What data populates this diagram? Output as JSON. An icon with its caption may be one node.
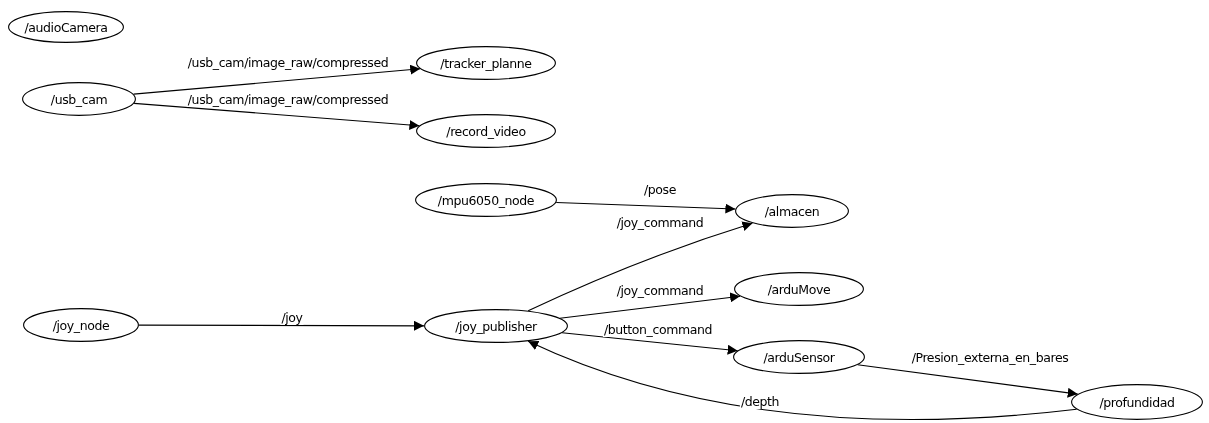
{
  "diagram": {
    "nodes": [
      {
        "text": [
          "/audioCamera"
        ]
      },
      {
        "text": [
          "/usb_cam"
        ]
      },
      {
        "text": [
          "/tracker_planne"
        ]
      },
      {
        "text": [
          "/record_video"
        ]
      },
      {
        "text": [
          "/mpu6050_node"
        ]
      },
      {
        "text": [
          "/almacen"
        ]
      },
      {
        "text": [
          "/joy_node"
        ]
      },
      {
        "text": [
          "/joy_publisher"
        ]
      },
      {
        "text": [
          "/arduMove"
        ]
      },
      {
        "text": [
          "/arduSensor"
        ]
      },
      {
        "text": [
          "/profundidad"
        ]
      }
    ],
    "edges": [
      {
        "from": 1,
        "to": 2,
        "arrow": "to",
        "label": "/usb_cam/image_raw/compressed"
      },
      {
        "from": 1,
        "to": 3,
        "arrow": "to",
        "label": "/usb_cam/image_raw/compressed"
      },
      {
        "from": 4,
        "to": 5,
        "arrow": "to",
        "label": "/pose"
      },
      {
        "from": 7,
        "to": 5,
        "arrow": "to",
        "label": "/joy_command"
      },
      {
        "from": 7,
        "to": 8,
        "arrow": "to",
        "label": "/joy_command"
      },
      {
        "from": 6,
        "to": 7,
        "arrow": "to",
        "label": "/joy"
      },
      {
        "from": 7,
        "to": 9,
        "arrow": "to",
        "label": "/button_command"
      },
      {
        "from": 9,
        "to": 10,
        "arrow": "to",
        "label": "/Presion_externa_en_bares"
      },
      {
        "from": 10,
        "to": 7,
        "arrow": "to",
        "label": "/depth"
      }
    ]
  }
}
